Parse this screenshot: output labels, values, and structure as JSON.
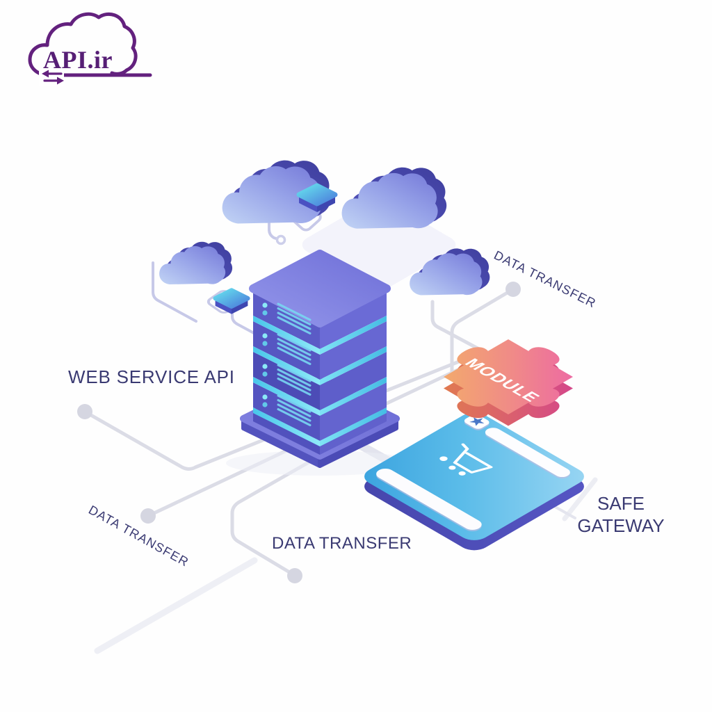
{
  "page": {
    "background": "#FFFFFF"
  },
  "logo": {
    "brand_text": "API.ir",
    "icon": "cloud-exchange-arrows-icon",
    "color": "#63217E"
  },
  "diagram": {
    "labels": {
      "web_service_api": "WEB SERVICE API",
      "data_transfer_top_right": "DATA TRANSFER",
      "data_transfer_bottom_left": "DATA TRANSFER",
      "data_transfer_bottom_center": "DATA TRANSFER",
      "safe_gateway_line1": "SAFE",
      "safe_gateway_line2": "GATEWAY",
      "module": "MODULE"
    },
    "label_color": "#3A3A72",
    "nodes": [
      {
        "name": "server-stack",
        "icon": "server-stack-icon",
        "color": "#5C5CC8",
        "accent": "#5FD9F2"
      },
      {
        "name": "module-puzzle",
        "icon": "puzzle-piece-icon",
        "colors": [
          "#F3A96D",
          "#ED6BA2"
        ]
      },
      {
        "name": "safe-gateway-card",
        "icon": "browser-card-icon",
        "color": "#58BAE7",
        "inner_icons": [
          "star-icon",
          "shopping-cart-icon"
        ]
      },
      {
        "name": "clouds",
        "icon": "cloud-icon",
        "count": 4,
        "color": "#7A7FD9"
      },
      {
        "name": "chips",
        "icon": "chip-icon",
        "count": 2,
        "color": "#52D6EA"
      }
    ],
    "connector_color": "#DBDCE6",
    "endpoint_dot_color": "#D5D6E1"
  }
}
